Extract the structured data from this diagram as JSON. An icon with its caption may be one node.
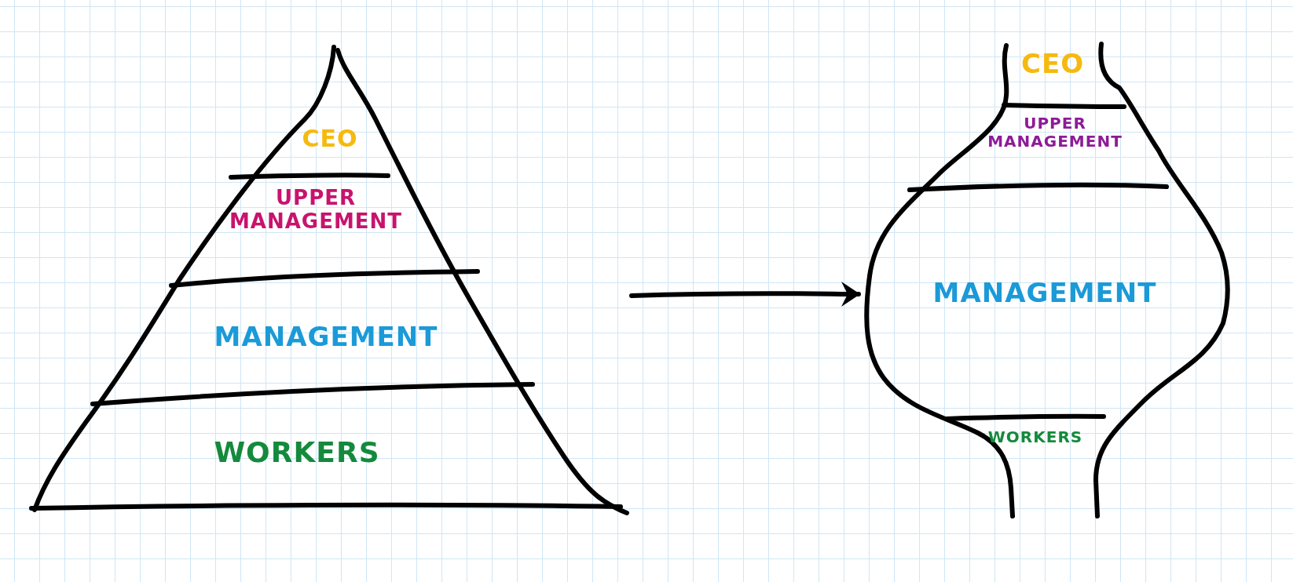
{
  "diagram": {
    "nodes": [
      {
        "text": [],
        "shape": "triangle"
      },
      {
        "text": [
          "CEO"
        ],
        "in": 0
      },
      {
        "text": [
          "UPPER MANAGEMENT"
        ],
        "in": 0
      },
      {
        "text": [
          "MANAGEMENT"
        ],
        "in": 0
      },
      {
        "text": [
          "WORKERS"
        ],
        "in": 0
      },
      {
        "text": [],
        "shape": "vase"
      },
      {
        "text": [
          "CEO"
        ],
        "in": 5
      },
      {
        "text": [
          "UPPER MANAGEMENT"
        ],
        "in": 5
      },
      {
        "text": [
          "MANAGEMENT"
        ],
        "in": 5
      },
      {
        "text": [
          "WORKERS"
        ],
        "in": 5
      }
    ],
    "edges": [
      {
        "from": 0,
        "to": 5,
        "arrow": "to"
      }
    ]
  }
}
